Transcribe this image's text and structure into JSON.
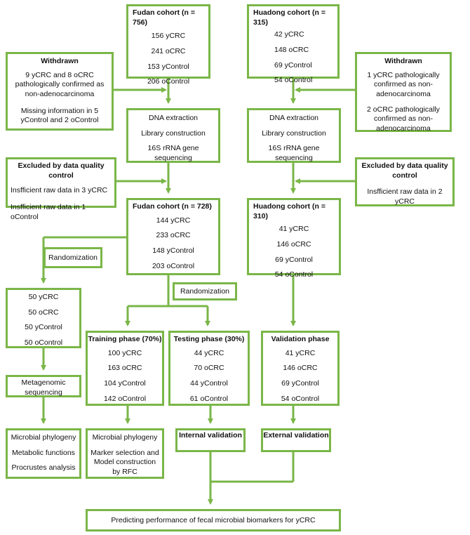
{
  "fudan_cohort": {
    "title": "Fudan cohort (n = 756)",
    "items": [
      "156 yCRC",
      "241 oCRC",
      "153 yControl",
      "206 oControl"
    ]
  },
  "huadong_cohort": {
    "title": "Huadong cohort (n = 315)",
    "items": [
      "42 yCRC",
      "148 oCRC",
      "69 yControl",
      "54 oControl"
    ]
  },
  "withdrawn_left": {
    "title": "Withdrawn",
    "items": [
      "9 yCRC and 8 oCRC pathologically confirmed as non-adenocarcinoma",
      "Missing information in 5 yControl and 2 oControl"
    ]
  },
  "withdrawn_right": {
    "title": "Withdrawn",
    "items": [
      "1 yCRC pathologically confirmed as non-adenocarcinoma",
      "2 oCRC pathologically confirmed as non-adenocarcinoma"
    ]
  },
  "dna_left": {
    "items": [
      "DNA extraction",
      "Library construction",
      "16S rRNA  gene sequencing"
    ]
  },
  "dna_right": {
    "items": [
      "DNA extraction",
      "Library construction",
      "16S rRNA  gene sequencing"
    ]
  },
  "excluded_left": {
    "title": "Excluded by data quality control",
    "items": [
      "Insfficient raw data in 3 yCRC",
      "Insfficient raw data in 1 oControl"
    ]
  },
  "excluded_right": {
    "title": "Excluded by data quality control",
    "items": [
      "Insfficient raw data in 2 yCRC"
    ]
  },
  "fudan_cohort_2": {
    "title": "Fudan cohort (n = 728)",
    "items": [
      "144 yCRC",
      "233 oCRC",
      "148 yControl",
      "203 oControl"
    ]
  },
  "huadong_cohort_2": {
    "title": "Huadong cohort (n = 310)",
    "items": [
      "41 yCRC",
      "146 oCRC",
      "69 yControl",
      "54 oControl"
    ]
  },
  "randomization_1": {
    "label": "Randomization"
  },
  "randomization_2": {
    "label": "Randomization"
  },
  "subset_50": {
    "items": [
      "50 yCRC",
      "50 oCRC",
      "50 yControl",
      "50 oControl"
    ]
  },
  "training": {
    "title": "Training phase (70%)",
    "items": [
      "100 yCRC",
      "163 oCRC",
      "104 yControl",
      "142 oControl"
    ]
  },
  "testing": {
    "title": "Testing phase (30%)",
    "items": [
      "44 yCRC",
      "70 oCRC",
      "44 yControl",
      "61 oControl"
    ]
  },
  "validation": {
    "title": "Validation phase",
    "items": [
      "41 yCRC",
      "146 oCRC",
      "69 yControl",
      "54 oControl"
    ]
  },
  "metagenomic": {
    "label": "Metagenomic sequencing"
  },
  "analysis_left": {
    "items": [
      "Microbial phylogeny",
      "Metabolic functions",
      "Procrustes analysis"
    ]
  },
  "analysis_mid": {
    "items": [
      "Microbial phylogeny",
      "Marker selection and Model construction by RFC"
    ]
  },
  "internal": {
    "label": "Internal validation"
  },
  "external": {
    "label": "External validation"
  },
  "final": {
    "label": "Predicting performance of fecal microbial biomarkers for yCRC"
  }
}
